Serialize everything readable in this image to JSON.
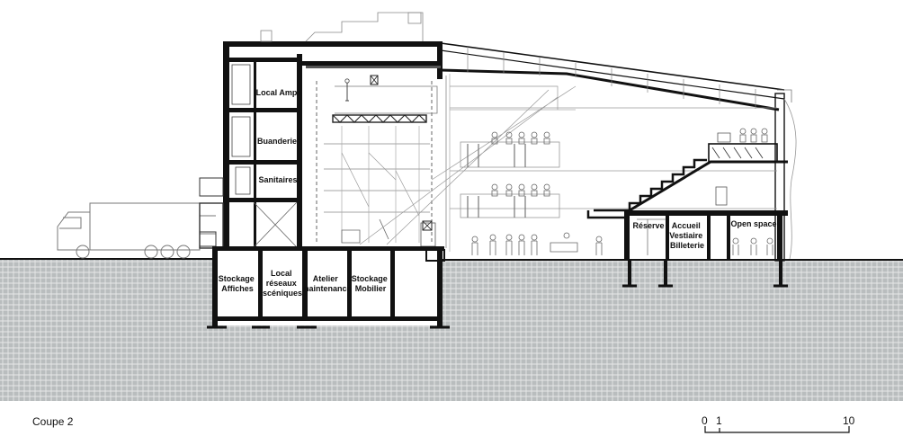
{
  "caption": "Coupe 2",
  "scale_bar": {
    "labels": [
      "0",
      "1",
      "10"
    ]
  },
  "rooms": {
    "local_ampli": [
      "Local Ampli"
    ],
    "buanderie": [
      "Buanderie"
    ],
    "sanitaires": [
      "Sanitaires"
    ],
    "stockage_affiches": [
      "Stockage",
      "Affiches"
    ],
    "local_reseaux": [
      "Local",
      "réseaux",
      "scéniques"
    ],
    "atelier": [
      "Atelier",
      "maintenance"
    ],
    "stockage_mobilier": [
      "Stockage",
      "Mobilier"
    ],
    "reserve": [
      "Réserve"
    ],
    "accueil": [
      "Accueil",
      "Vestiaire",
      "Billeterie"
    ],
    "open_space": [
      "Open space"
    ]
  },
  "colors": {
    "ink": "#111111",
    "ground": "#b8bcbd",
    "ground_line": "#ffffff",
    "light_line": "#9a9a9a"
  }
}
